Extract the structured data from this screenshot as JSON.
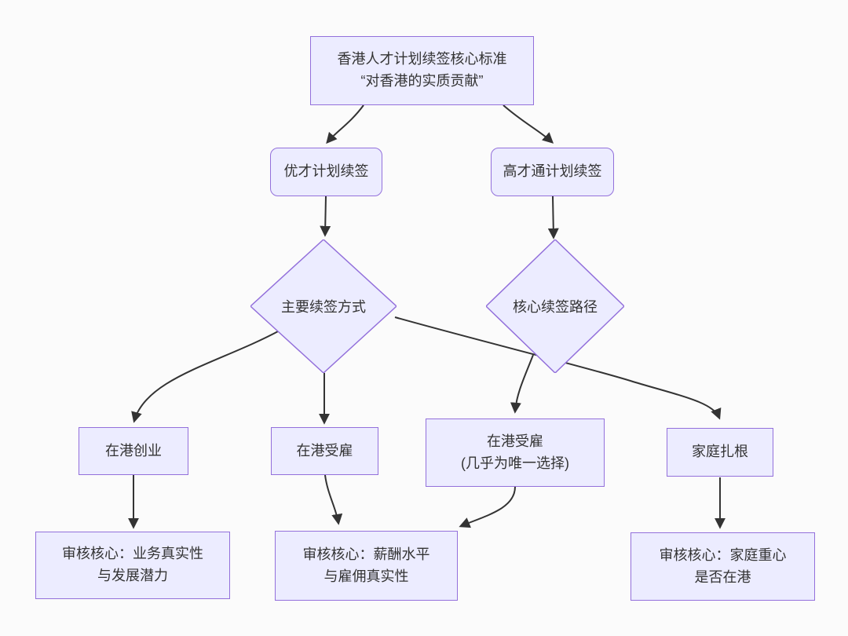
{
  "diagram": {
    "type": "flowchart",
    "direction": "top-down",
    "colors": {
      "node_fill": "#ECECFF",
      "node_border": "#9370DB",
      "edge": "#333333",
      "text": "#333333",
      "background": "#FBFBFB"
    },
    "nodes": {
      "root": {
        "shape": "rect",
        "line1": "香港人才计划续签核心标准",
        "line2": "“对香港的实质贡献”"
      },
      "youcai": {
        "shape": "rounded",
        "label": "优才计划续签"
      },
      "gaocai": {
        "shape": "rounded",
        "label": "高才通计划续签"
      },
      "d_youcai": {
        "shape": "diamond",
        "label": "主要续签方式"
      },
      "d_gaocai": {
        "shape": "diamond",
        "label": "核心续签路径"
      },
      "chuangye": {
        "shape": "rect",
        "label": "在港创业"
      },
      "shougu": {
        "shape": "rect",
        "label": "在港受雇"
      },
      "shougu2": {
        "shape": "rect",
        "line1": "在港受雇",
        "line2": "(几乎为唯一选择)"
      },
      "jiating": {
        "shape": "rect",
        "label": "家庭扎根"
      },
      "audit_business": {
        "shape": "rect",
        "line1": "审核核心：业务真实性",
        "line2": "与发展潜力"
      },
      "audit_salary": {
        "shape": "rect",
        "line1": "审核核心：薪酬水平",
        "line2": "与雇佣真实性"
      },
      "audit_family": {
        "shape": "rect",
        "line1": "审核核心：家庭重心",
        "line2": "是否在港"
      }
    },
    "edges": [
      {
        "from": "root",
        "to": "youcai"
      },
      {
        "from": "root",
        "to": "gaocai"
      },
      {
        "from": "youcai",
        "to": "d_youcai"
      },
      {
        "from": "gaocai",
        "to": "d_gaocai"
      },
      {
        "from": "d_youcai",
        "to": "chuangye"
      },
      {
        "from": "d_youcai",
        "to": "shougu"
      },
      {
        "from": "d_youcai",
        "to": "jiating"
      },
      {
        "from": "d_gaocai",
        "to": "shougu2"
      },
      {
        "from": "chuangye",
        "to": "audit_business"
      },
      {
        "from": "shougu",
        "to": "audit_salary"
      },
      {
        "from": "shougu2",
        "to": "audit_salary"
      },
      {
        "from": "jiating",
        "to": "audit_family"
      }
    ]
  }
}
